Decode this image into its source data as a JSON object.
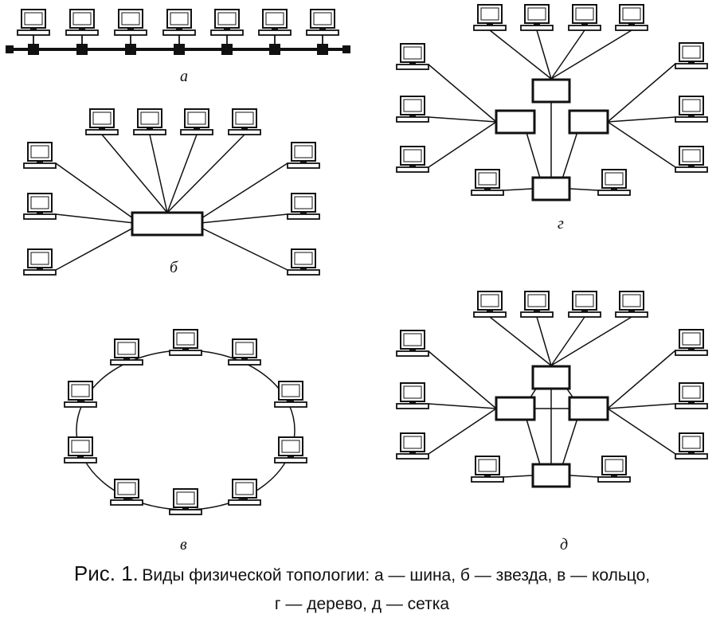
{
  "panels": {
    "a": {
      "label": "а",
      "name": "шина"
    },
    "b": {
      "label": "б",
      "name": "звезда"
    },
    "v": {
      "label": "в",
      "name": "кольцо"
    },
    "g": {
      "label": "г",
      "name": "дерево"
    },
    "d": {
      "label": "д",
      "name": "сетка"
    }
  },
  "caption": {
    "prefix": "Рис. 1.",
    "line1": "Виды физической топологии: а — шина, б — звезда, в — кольцо,",
    "line2": "г — дерево, д — сетка"
  },
  "icons": {
    "computer": "computer-icon",
    "hub": "hub-box",
    "connector": "bus-connector"
  }
}
